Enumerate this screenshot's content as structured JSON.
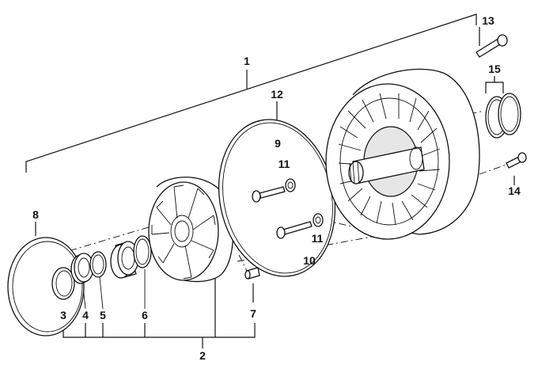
{
  "diagram": {
    "callouts": [
      {
        "id": "c1",
        "text": "1"
      },
      {
        "id": "c2",
        "text": "2"
      },
      {
        "id": "c3",
        "text": "3"
      },
      {
        "id": "c4",
        "text": "4"
      },
      {
        "id": "c5",
        "text": "5"
      },
      {
        "id": "c6",
        "text": "6"
      },
      {
        "id": "c7",
        "text": "7"
      },
      {
        "id": "c8",
        "text": "8"
      },
      {
        "id": "c9",
        "text": "9"
      },
      {
        "id": "c10",
        "text": "10"
      },
      {
        "id": "c11a",
        "text": "11"
      },
      {
        "id": "c11b",
        "text": "11"
      },
      {
        "id": "c12",
        "text": "12"
      },
      {
        "id": "c13",
        "text": "13"
      },
      {
        "id": "c14",
        "text": "14"
      },
      {
        "id": "c15",
        "text": "15"
      }
    ]
  }
}
